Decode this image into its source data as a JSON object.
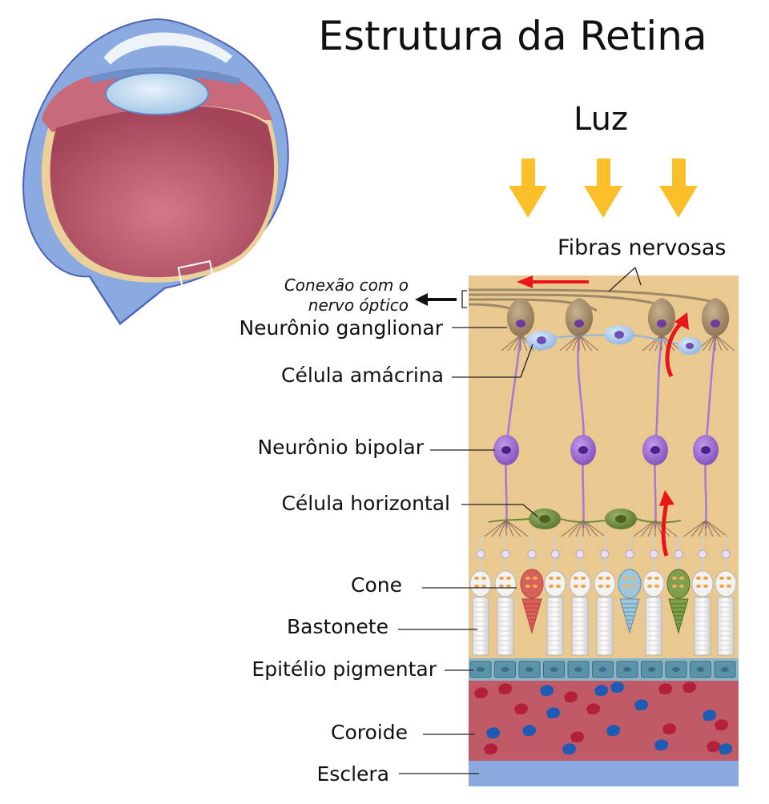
{
  "title": "Estrutura da Retina",
  "light_label": "Luz",
  "fibers_label": "Fibras nervosas",
  "optic_connection": [
    "Conexão com o",
    "nervo óptico"
  ],
  "labels": {
    "ganglion": "Neurônio ganglionar",
    "amacrine": "Célula amácrina",
    "bipolar": "Neurônio bipolar",
    "horizontal": "Célula horizontal",
    "cone": "Cone",
    "rod": "Bastonete",
    "pigment": "Epitélio pigmentar",
    "choroid": "Coroide",
    "sclera": "Esclera"
  },
  "colors": {
    "light_arrow": "#fbbf2a",
    "retina_bg": "#e9c98f",
    "choroid": "#bf5a66",
    "sclera": "#8aaae0",
    "pigment": "#5b94a8",
    "signal_arrow": "#e8161b",
    "ganglion": "#a38a6a",
    "bipolar": "#9a6ad0",
    "amacrine": "#a8c8ee",
    "horizontal": "#6f8a3a"
  }
}
